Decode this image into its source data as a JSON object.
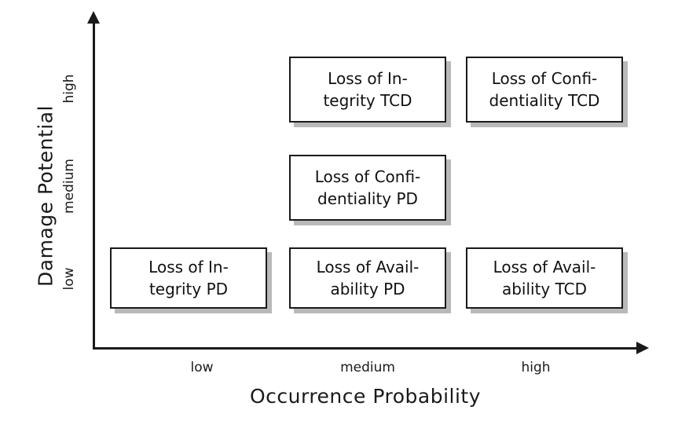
{
  "chart_data": {
    "type": "table",
    "title": "",
    "xlabel": "Occurrence Probability",
    "ylabel": "Damage Potential",
    "x_categories": [
      "low",
      "medium",
      "high"
    ],
    "y_categories": [
      "low",
      "medium",
      "high"
    ],
    "grid": false,
    "legend": "none",
    "cells": [
      {
        "x": "medium",
        "y": "high",
        "label": "Loss of Integrity TCD",
        "line1": "Loss of In-",
        "line2": "tegrity TCD"
      },
      {
        "x": "high",
        "y": "high",
        "label": "Loss of Confidentiality TCD",
        "line1": "Loss of Confi-",
        "line2": "dentiality TCD"
      },
      {
        "x": "medium",
        "y": "medium",
        "label": "Loss of Confidentiality PD",
        "line1": "Loss of Confi-",
        "line2": "dentiality PD"
      },
      {
        "x": "low",
        "y": "low",
        "label": "Loss of Integrity PD",
        "line1": "Loss of In-",
        "line2": "tegrity PD"
      },
      {
        "x": "medium",
        "y": "low",
        "label": "Loss of Availability PD",
        "line1": "Loss of Avail-",
        "line2": "ability PD"
      },
      {
        "x": "high",
        "y": "low",
        "label": "Loss of Availability TCD",
        "line1": "Loss of Avail-",
        "line2": "ability TCD"
      }
    ]
  },
  "axes": {
    "y": {
      "title": "Damage Potential",
      "ticks": {
        "high": "high",
        "medium": "medium",
        "low": "low"
      }
    },
    "x": {
      "title": "Occurrence Probability",
      "ticks": {
        "low": "low",
        "medium": "medium",
        "high": "high"
      }
    }
  },
  "colors": {
    "axis": "#1a1a1a",
    "box_border": "#1a1a1a",
    "box_fill": "#ffffff",
    "box_shadow": "#b9b9b9",
    "text": "#111111",
    "background": "#ffffff"
  }
}
